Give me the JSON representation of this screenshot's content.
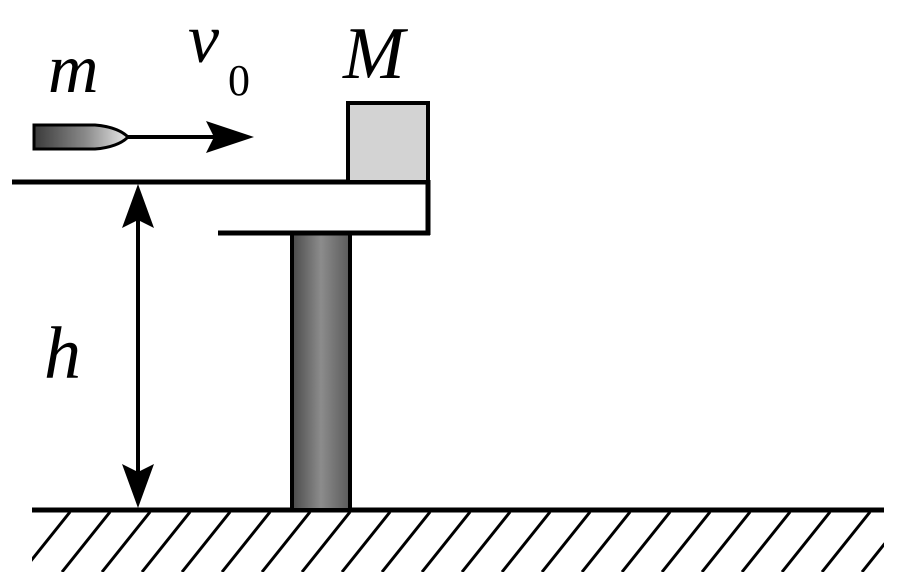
{
  "labels": {
    "bullet_mass": "m",
    "velocity_symbol": "v",
    "velocity_subscript": "0",
    "block_mass": "M",
    "height": "h"
  },
  "colors": {
    "line": "#000000",
    "block_fill": "#d3d3d3",
    "pillar_dark": "#4a4a4a",
    "pillar_light": "#8c8c8c",
    "background": "#ffffff"
  },
  "icons": {
    "velocity_arrow": "right-arrow",
    "height_dimension": "double-headed-vertical-arrow",
    "ground": "hatched-ground"
  }
}
